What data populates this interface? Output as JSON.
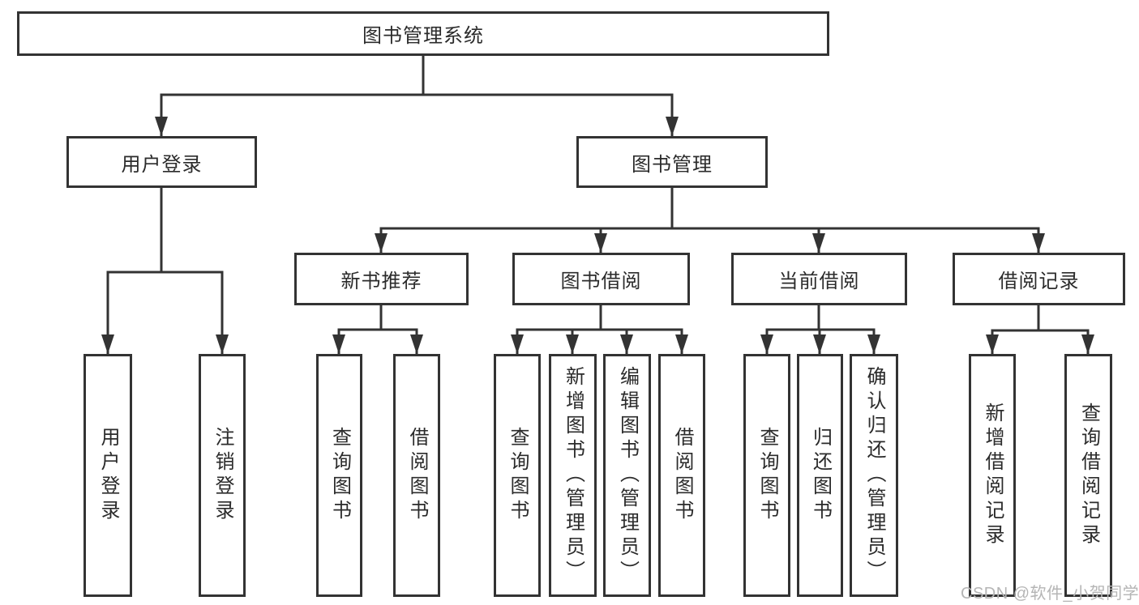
{
  "tree": {
    "label": "图书管理系统",
    "children": [
      {
        "label": "用户登录",
        "children": [
          {
            "label": "用户登录"
          },
          {
            "label": "注销登录"
          }
        ]
      },
      {
        "label": "图书管理",
        "children": [
          {
            "label": "新书推荐",
            "children": [
              {
                "label": "查询图书"
              },
              {
                "label": "借阅图书"
              }
            ]
          },
          {
            "label": "图书借阅",
            "children": [
              {
                "label": "查询图书"
              },
              {
                "label": "新增图书（管理员）"
              },
              {
                "label": "编辑图书（管理员）"
              },
              {
                "label": "借阅图书"
              }
            ]
          },
          {
            "label": "当前借阅",
            "children": [
              {
                "label": "查询图书"
              },
              {
                "label": "归还图书"
              },
              {
                "label": "确认归还（管理员）"
              }
            ]
          },
          {
            "label": "借阅记录",
            "children": [
              {
                "label": "新增借阅记录"
              },
              {
                "label": "查询借阅记录"
              }
            ]
          }
        ]
      }
    ]
  },
  "watermark": {
    "text": "CSDN @软件_小贺同学"
  },
  "colors": {
    "line": "#333333",
    "box_border": "#333333",
    "box_fill": "#ffffff",
    "text": "#2b2b2b",
    "watermark": "#b5b5b5",
    "background": "#ffffff"
  }
}
